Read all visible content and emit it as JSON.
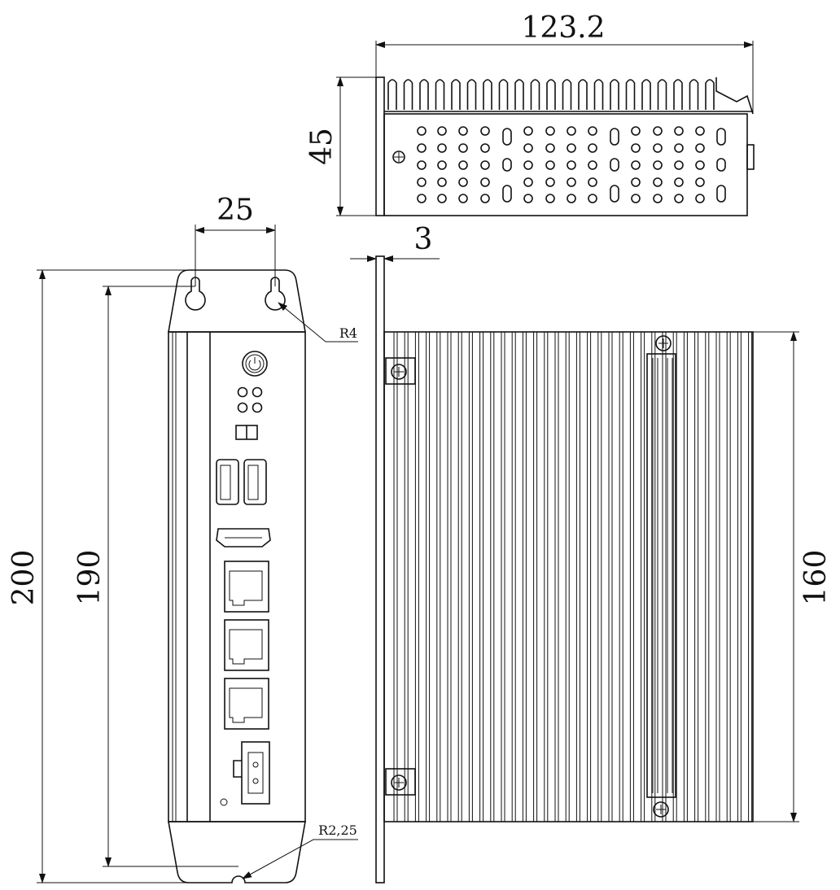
{
  "dimensions": {
    "top_length": "123.2",
    "top_height": "45",
    "hole_spacing": "25",
    "flange_thickness": "3",
    "keyhole_radius": "R4",
    "overall_height": "200",
    "hole_pitch": "190",
    "body_height": "160",
    "notch_radius": "R2,25"
  },
  "colors": {
    "line": "#111111",
    "background": "#ffffff"
  }
}
